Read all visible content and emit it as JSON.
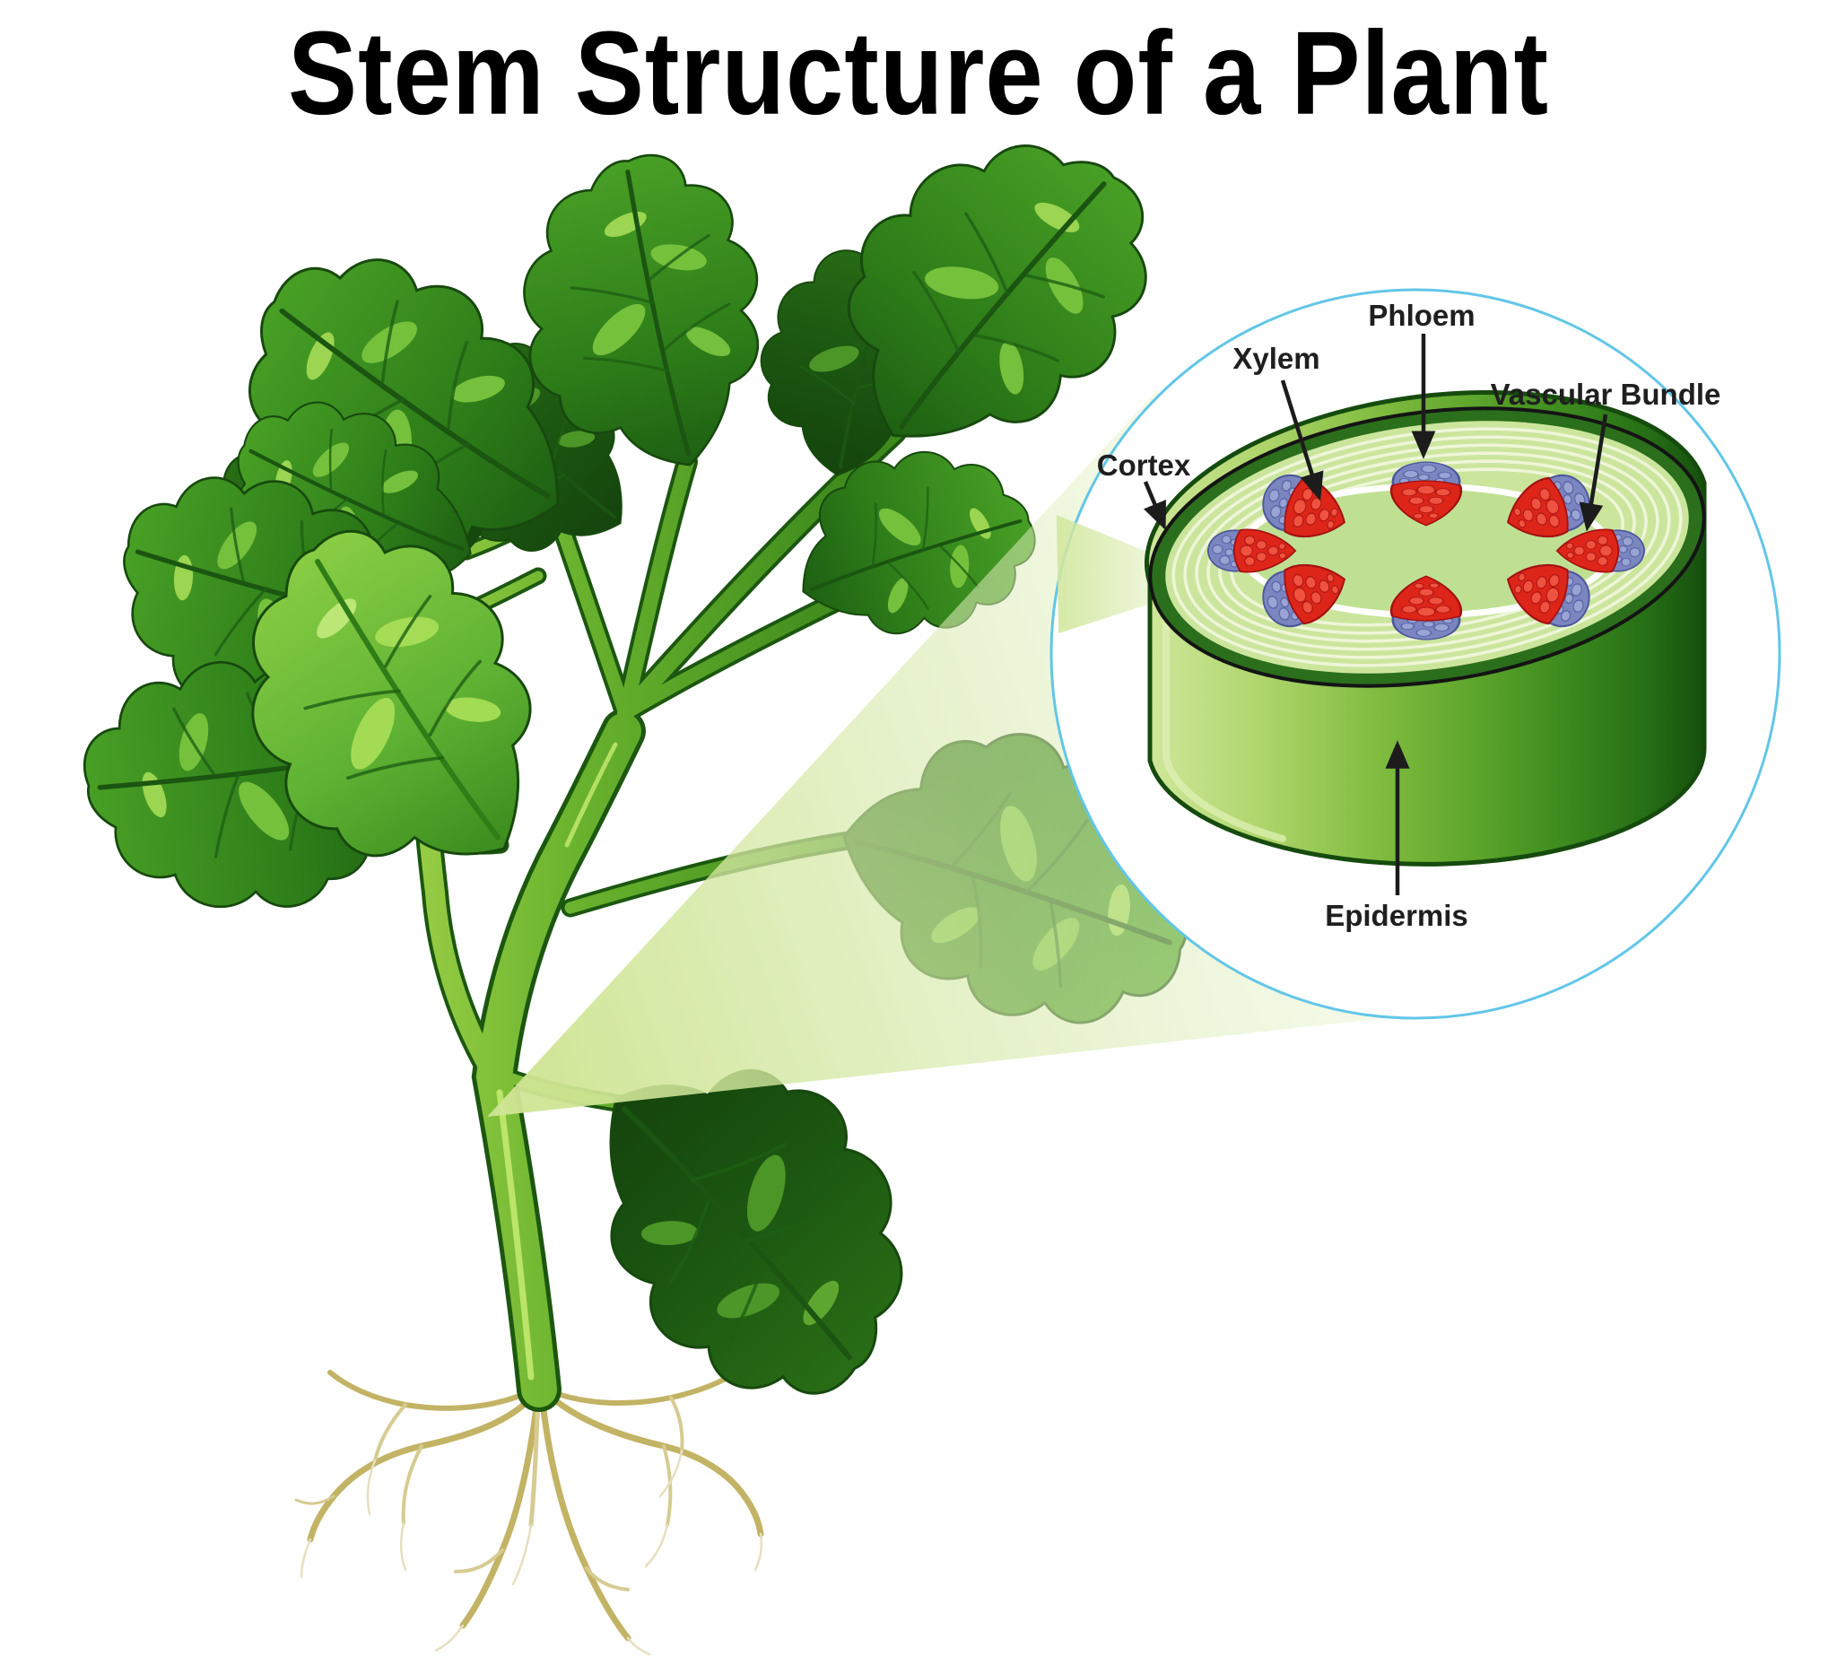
{
  "title": "Stem Structure of a Plant",
  "diagram": {
    "type": "biology-educational-illustration",
    "subject": "magnified cross-section of a plant stem",
    "labels": {
      "phloem": "Phloem",
      "xylem": "Xylem",
      "vascular_bundle": "Vascular Bundle",
      "cortex": "Cortex",
      "epidermis": "Epidermis"
    },
    "structures": [
      "Phloem",
      "Xylem",
      "Vascular Bundle",
      "Cortex",
      "Epidermis"
    ],
    "vascular_bundle_count": 8,
    "colors": {
      "title_text": "#000000",
      "label_text": "#1f1f1f",
      "leaf_dark_green": "#1b5511",
      "leaf_green": "#2e7d19",
      "leaf_light_green": "#79c43e",
      "stem_green": "#6ab32e",
      "root_tan": "#d6cb92",
      "magnifier_circle_stroke": "#62c6e8",
      "light_beam_green": "#d8eaaf",
      "epidermis_rim": "#2b6e1c",
      "epidermis_side_light": "#cee699",
      "epidermis_side_dark": "#1a5a10",
      "cortex_fill": "#cbe59d",
      "cortex_ring": "#eef6d9",
      "pith_fill": "#bfe093",
      "vascular_ring": "#ffffff",
      "xylem_red": "#dd2619",
      "xylem_cell": "#f05240",
      "phloem_blue": "#7b86c1",
      "phloem_cell": "#99a4d4"
    }
  }
}
